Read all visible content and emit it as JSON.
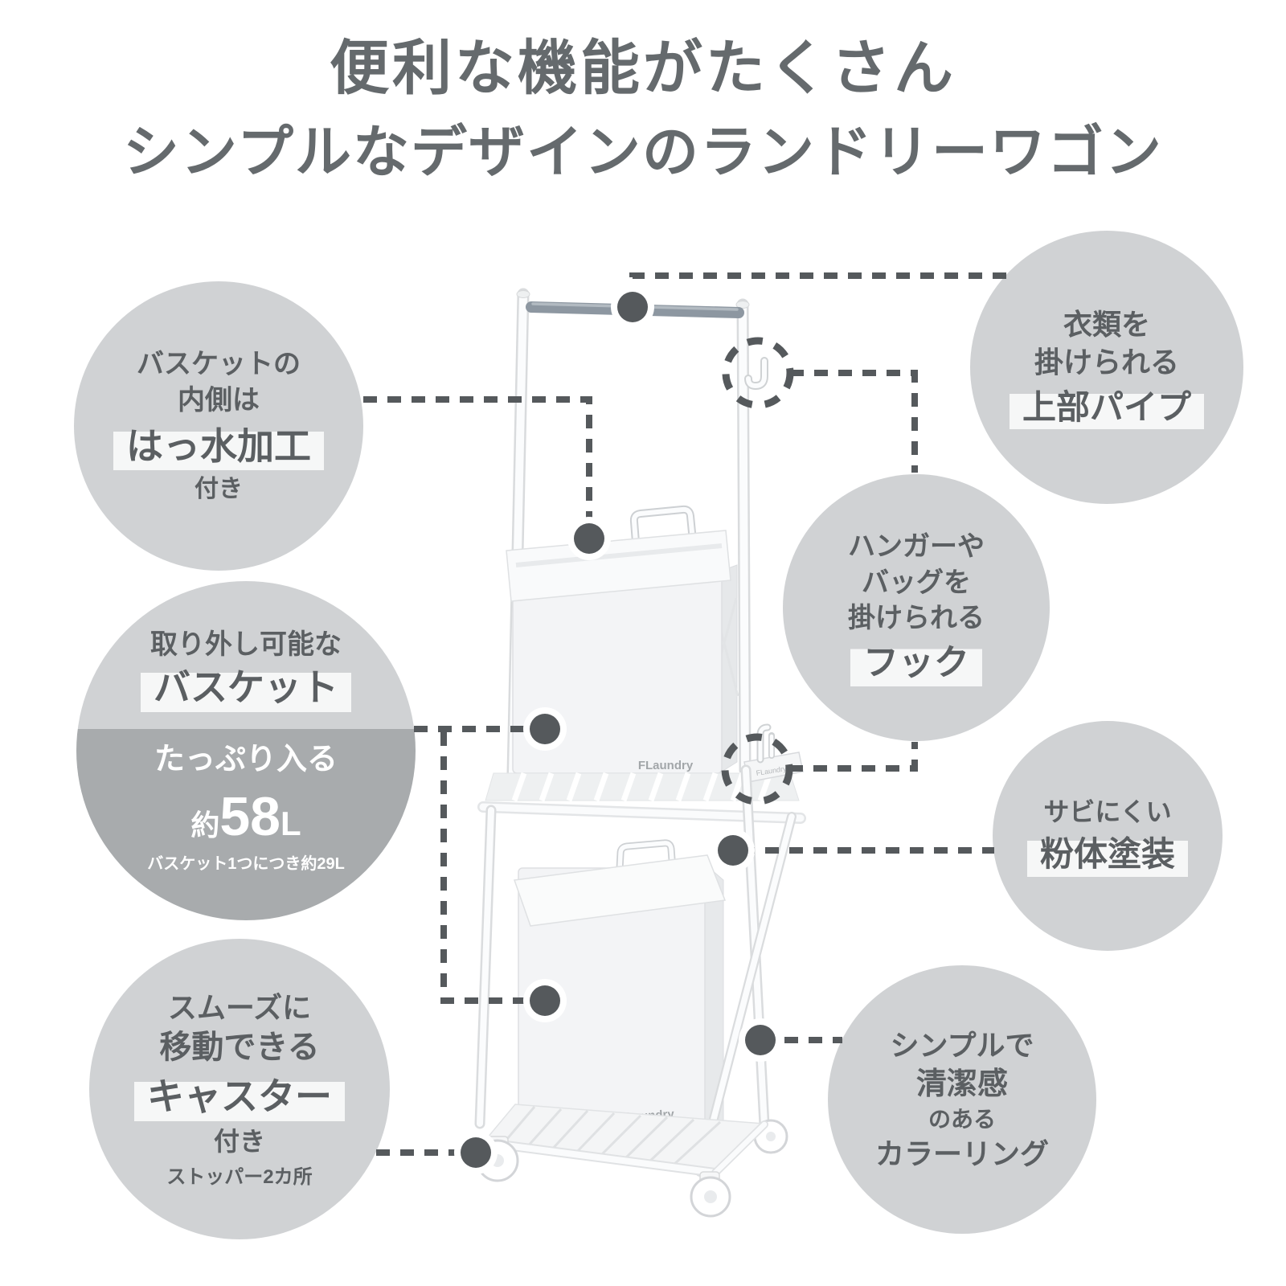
{
  "title": {
    "line1": "便利な機能がたくさん",
    "line2": "シンプルなデザインのランドリーワゴン"
  },
  "brand": {
    "logo": "FLaundry"
  },
  "features": {
    "water_repellent": {
      "line1": "バスケットの",
      "line2": "内側は",
      "line3": "はっ水加工",
      "line4": "付き"
    },
    "removable_basket": {
      "line1": "取り外し可能な",
      "line2": "バスケット",
      "line3": "たっぷり入る",
      "line4_prefix": "約",
      "line4_value": "58",
      "line4_unit": "L",
      "line5": "バスケット1つにつき約29L"
    },
    "casters": {
      "line1": "スムーズに",
      "line2": "移動できる",
      "line3": "キャスター",
      "line4": "付き",
      "line5": "ストッパー2カ所"
    },
    "top_pipe": {
      "line1": "衣類を",
      "line2": "掛けられる",
      "line3": "上部パイプ"
    },
    "hook": {
      "line1": "ハンガーや",
      "line2": "バッグを",
      "line3": "掛けられる",
      "line4": "フック"
    },
    "powder_coating": {
      "line1": "サビにくい",
      "line2": "粉体塗装"
    },
    "coloring": {
      "line1": "シンプルで",
      "line2_main": "清潔感",
      "line2_sub": "のある",
      "line3": "カラーリング"
    }
  },
  "colors": {
    "bubble_fill": "#d0d2d4",
    "bubble_fill_dark": "#a8abad",
    "highlight_band": "#f6f7f7",
    "text_dark": "#5b5f62",
    "text_white": "#ffffff",
    "connector": "#55595c",
    "title_text": "#656a6d",
    "pipe_gray": "#8d97a1"
  }
}
